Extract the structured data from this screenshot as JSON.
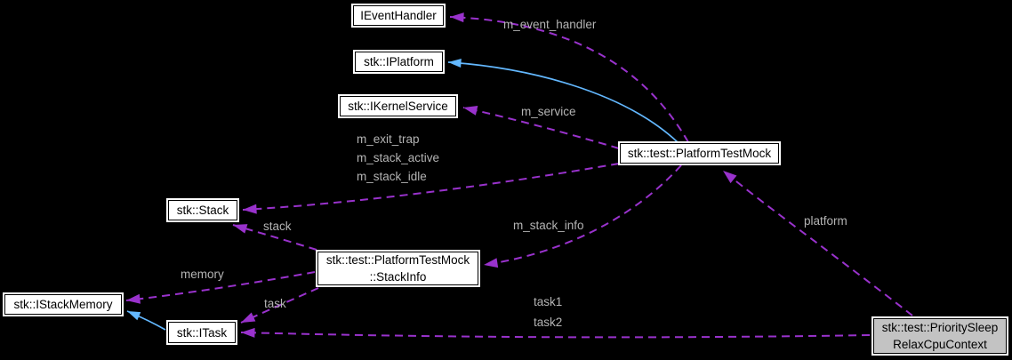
{
  "diagram": {
    "kind": "collaboration-graph",
    "background_color": "#000000",
    "colors": {
      "node_fill": "#ffffff",
      "node_border": "#000000",
      "node_outline": "#ffffff",
      "focus_node_fill": "#c3c3c3",
      "usage_edge": "#9932cc",
      "inheritance_edge": "#63b8ff",
      "edge_label_text": "#b4b4b4",
      "node_text": "#000000"
    },
    "nodes": [
      {
        "id": "IEventHandler",
        "lines": [
          "IEventHandler"
        ]
      },
      {
        "id": "stk::IPlatform",
        "lines": [
          "stk::IPlatform"
        ]
      },
      {
        "id": "stk::IKernelService",
        "lines": [
          "stk::IKernelService"
        ]
      },
      {
        "id": "stk::test::PlatformTestMock",
        "lines": [
          "stk::test::PlatformTestMock"
        ]
      },
      {
        "id": "stk::Stack",
        "lines": [
          "stk::Stack"
        ]
      },
      {
        "id": "stk::test::PlatformTestMock::StackInfo",
        "lines": [
          "stk::test::PlatformTestMock",
          "::StackInfo"
        ]
      },
      {
        "id": "stk::IStackMemory",
        "lines": [
          "stk::IStackMemory"
        ]
      },
      {
        "id": "stk::ITask",
        "lines": [
          "stk::ITask"
        ]
      },
      {
        "id": "stk::test::PrioritySleepRelaxCpuContext",
        "lines": [
          "stk::test::PrioritySleep",
          "RelaxCpuContext"
        ],
        "focus": true
      }
    ],
    "edges": [
      {
        "from": "stk::test::PlatformTestMock",
        "to": "IEventHandler",
        "style": "dashed",
        "relation": "member",
        "labels": [
          "m_event_handler"
        ]
      },
      {
        "from": "stk::test::PlatformTestMock",
        "to": "stk::IPlatform",
        "style": "solid",
        "relation": "inheritance",
        "labels": []
      },
      {
        "from": "stk::test::PlatformTestMock",
        "to": "stk::IKernelService",
        "style": "dashed",
        "relation": "member",
        "labels": [
          "m_service"
        ]
      },
      {
        "from": "stk::test::PlatformTestMock",
        "to": "stk::Stack",
        "style": "dashed",
        "relation": "member",
        "labels": [
          "m_exit_trap",
          "m_stack_active",
          "m_stack_idle"
        ]
      },
      {
        "from": "stk::test::PlatformTestMock::StackInfo",
        "to": "stk::Stack",
        "style": "dashed",
        "relation": "member",
        "labels": [
          "stack"
        ]
      },
      {
        "from": "stk::test::PlatformTestMock",
        "to": "stk::test::PlatformTestMock::StackInfo",
        "style": "dashed",
        "relation": "member",
        "labels": [
          "m_stack_info"
        ]
      },
      {
        "from": "stk::test::PlatformTestMock::StackInfo",
        "to": "stk::IStackMemory",
        "style": "dashed",
        "relation": "member",
        "labels": [
          "memory"
        ]
      },
      {
        "from": "stk::ITask",
        "to": "stk::IStackMemory",
        "style": "solid",
        "relation": "inheritance",
        "labels": []
      },
      {
        "from": "stk::test::PlatformTestMock::StackInfo",
        "to": "stk::ITask",
        "style": "dashed",
        "relation": "member",
        "labels": [
          "task"
        ]
      },
      {
        "from": "stk::test::PrioritySleepRelaxCpuContext",
        "to": "stk::ITask",
        "style": "dashed",
        "relation": "member",
        "labels": [
          "task1",
          "task2"
        ]
      },
      {
        "from": "stk::test::PrioritySleepRelaxCpuContext",
        "to": "stk::test::PlatformTestMock",
        "style": "dashed",
        "relation": "member",
        "labels": [
          "platform"
        ]
      }
    ]
  }
}
